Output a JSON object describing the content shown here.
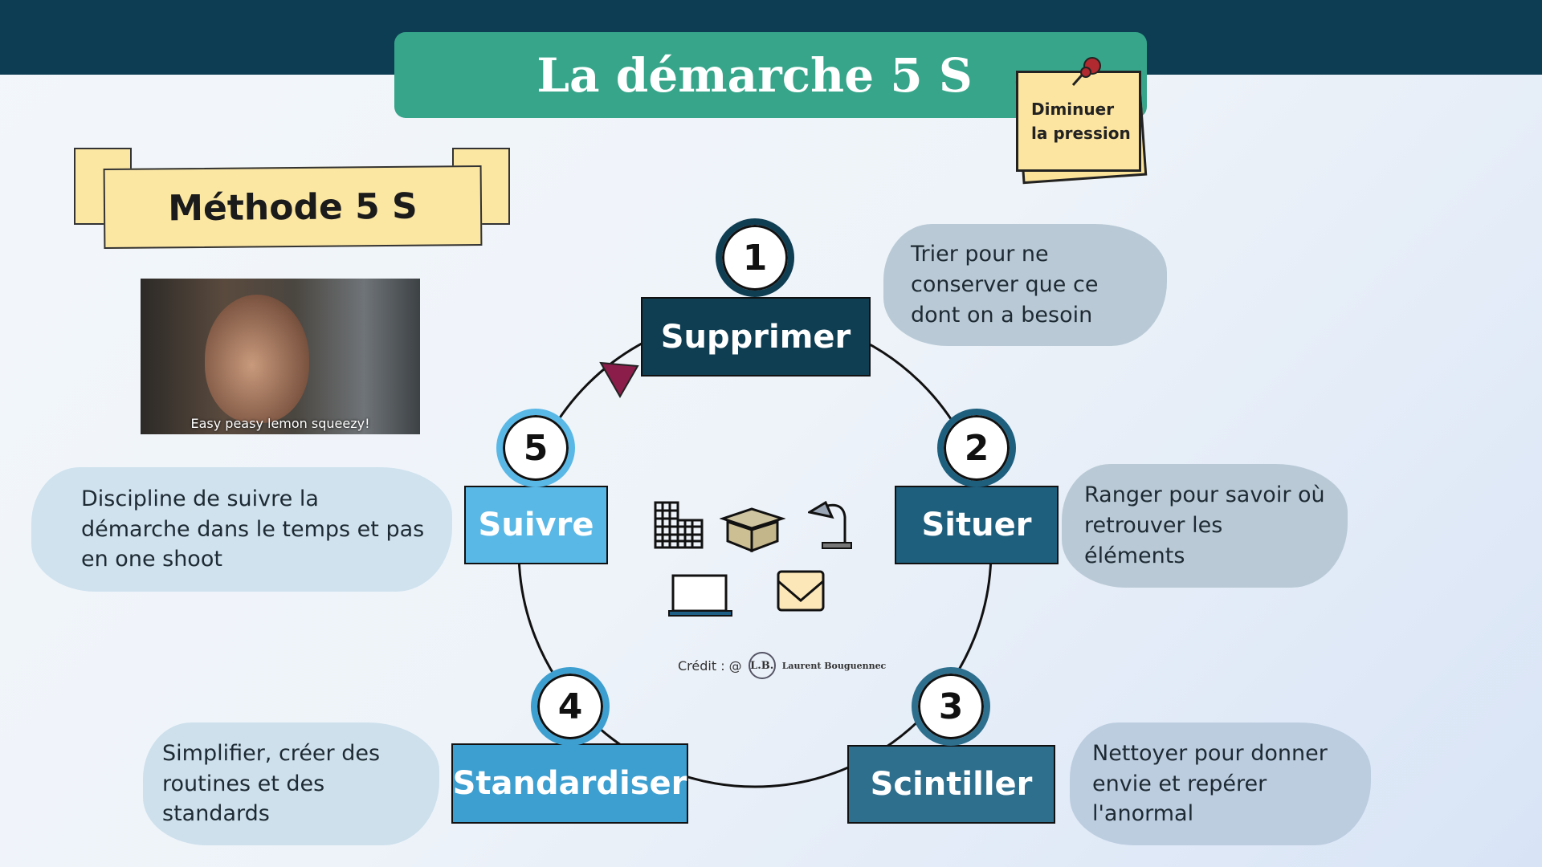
{
  "title": "La démarche 5 S",
  "sticky_note": {
    "line1": "Diminuer",
    "line2": "la pression"
  },
  "ribbon": "Méthode 5 S",
  "gif_caption": "Easy peasy lemon squeezy!",
  "steps": [
    {
      "number": "1",
      "label": "Supprimer",
      "description": "Trier pour ne conserver que ce dont on a besoin",
      "color": "#0f3d52"
    },
    {
      "number": "2",
      "label": "Situer",
      "description": "Ranger pour savoir où retrouver les éléments",
      "color": "#1e5f7e"
    },
    {
      "number": "3",
      "label": "Scintiller",
      "description": "Nettoyer pour donner envie et repérer l'anormal",
      "color": "#2e6f8e"
    },
    {
      "number": "4",
      "label": "Standardiser",
      "description": "Simplifier, créer des routines et des standards",
      "color": "#3d9fd0"
    },
    {
      "number": "5",
      "label": "Suivre",
      "description": "Discipline de suivre la démarche dans le temps et pas en one shoot",
      "color": "#5ab8e6"
    }
  ],
  "credit": {
    "label": "Crédit : @",
    "logo": "L.B.",
    "name": "Laurent Bouguennec"
  },
  "icons": [
    "building-icon",
    "box-icon",
    "lamp-icon",
    "laptop-icon",
    "envelope-icon"
  ]
}
